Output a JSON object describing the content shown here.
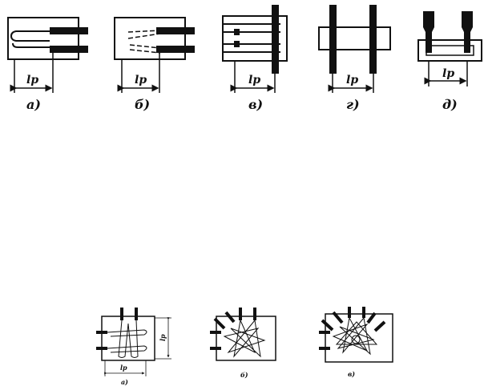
{
  "top_row": {
    "dimension_label": "lp",
    "captions": [
      "а)",
      "б)",
      "в)",
      "г)",
      "д)"
    ]
  },
  "bottom_row": {
    "dimension_label": "lp",
    "captions": [
      "а)",
      "б)",
      "в)"
    ]
  }
}
